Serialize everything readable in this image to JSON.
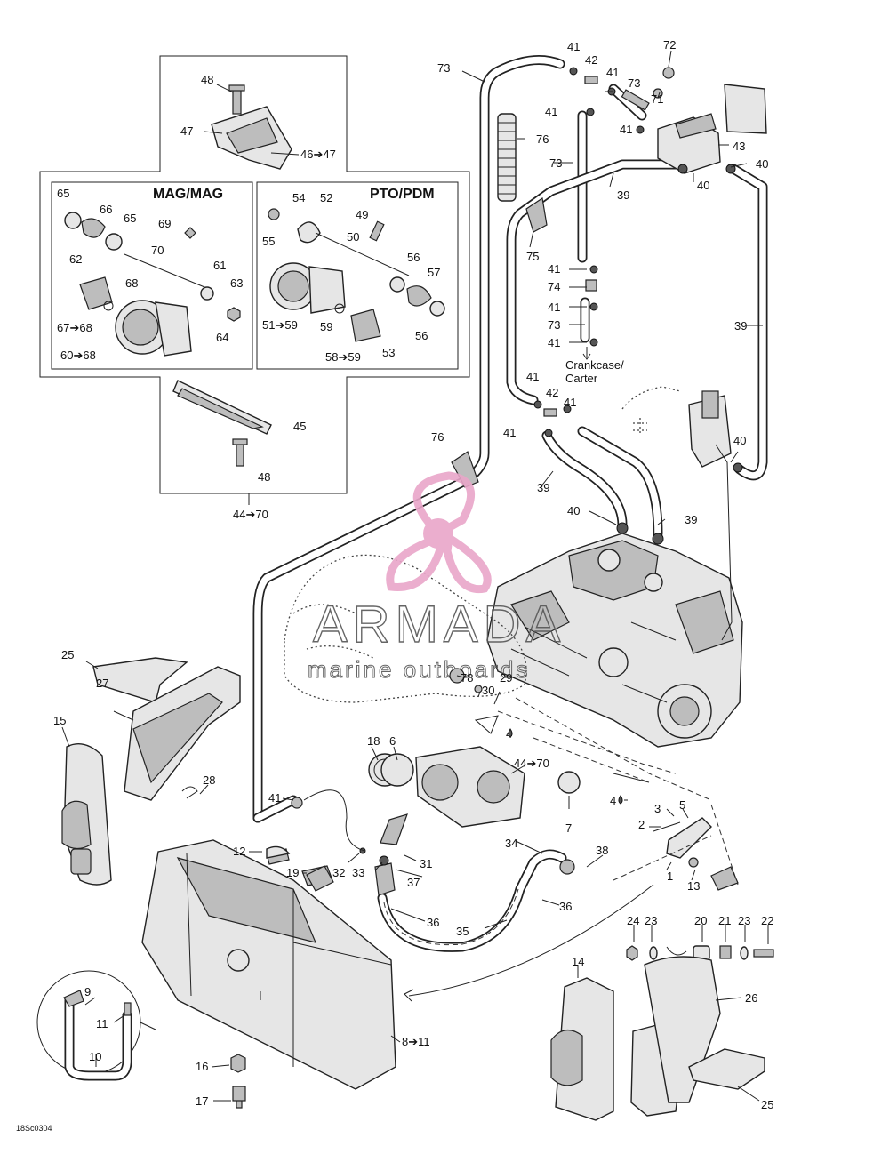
{
  "diagram": {
    "drawing_code": "18Sc0304",
    "watermark": {
      "brand": "ARMADA",
      "tagline": "marine outboards",
      "colors": {
        "logo": "#e9a6c9",
        "text": "#555555"
      }
    },
    "insets": {
      "mag_title": "MAG/MAG",
      "pto_title": "PTO/PDM"
    },
    "notes": {
      "crankcase_line1": "Crankcase/",
      "crankcase_line2": "Carter"
    },
    "callouts": {
      "c48a": "48",
      "c47": "47",
      "c46_47": "46➔47",
      "c65a": "65",
      "c66": "66",
      "c65b": "65",
      "c69": "69",
      "c70": "70",
      "c62": "62",
      "c61": "61",
      "c68": "68",
      "c63": "63",
      "c64": "64",
      "c67_68": "67➔68",
      "c60_68": "60➔68",
      "c54": "54",
      "c52": "52",
      "c49": "49",
      "c55": "55",
      "c50": "50",
      "c56a": "56",
      "c57": "57",
      "c56b": "56",
      "c51_59": "51➔59",
      "c59": "59",
      "c58_59": "58➔59",
      "c53": "53",
      "c45": "45",
      "c48b": "48",
      "c44_70a": "44➔70",
      "c73a": "73",
      "c41a": "41",
      "c42a": "42",
      "c41b": "41",
      "c73b": "73",
      "c72": "72",
      "c71": "71",
      "c41c": "41",
      "c41d": "41",
      "c43": "43",
      "c76a": "76",
      "c73c": "73",
      "c40a": "40",
      "c40b": "40",
      "c39a": "39",
      "c75": "75",
      "c41e": "41",
      "c74": "74",
      "c41f": "41",
      "c73d": "73",
      "c41g": "41",
      "c39b": "39",
      "c41h": "41",
      "c42b": "42",
      "c41i": "41",
      "c41j": "41",
      "c40c": "40",
      "c76b": "76",
      "c39c": "39",
      "c40d": "40",
      "c39d": "39",
      "c25a": "25",
      "c27": "27",
      "c15": "15",
      "c78": "78",
      "c30": "30",
      "c29": "29",
      "c4a": "4",
      "c18": "18",
      "c6": "6",
      "c44_70b": "44➔70",
      "c28": "28",
      "c41k": "41",
      "c7": "7",
      "c4b": "4",
      "c3": "3",
      "c5": "5",
      "c2": "2",
      "c12": "12",
      "c19": "19",
      "c32": "32",
      "c33": "33",
      "c31": "31",
      "c37": "37",
      "c34": "34",
      "c38": "38",
      "c1": "1",
      "c13": "13",
      "c36a": "36",
      "c36b": "36",
      "c35": "35",
      "c24": "24",
      "c23a": "23",
      "c20": "20",
      "c21": "21",
      "c23b": "23",
      "c22": "22",
      "c14": "14",
      "c26": "26",
      "c9": "9",
      "c11": "11",
      "c10": "10",
      "c8_11": "8➔11",
      "c16": "16",
      "c17": "17",
      "c25b": "25"
    }
  }
}
